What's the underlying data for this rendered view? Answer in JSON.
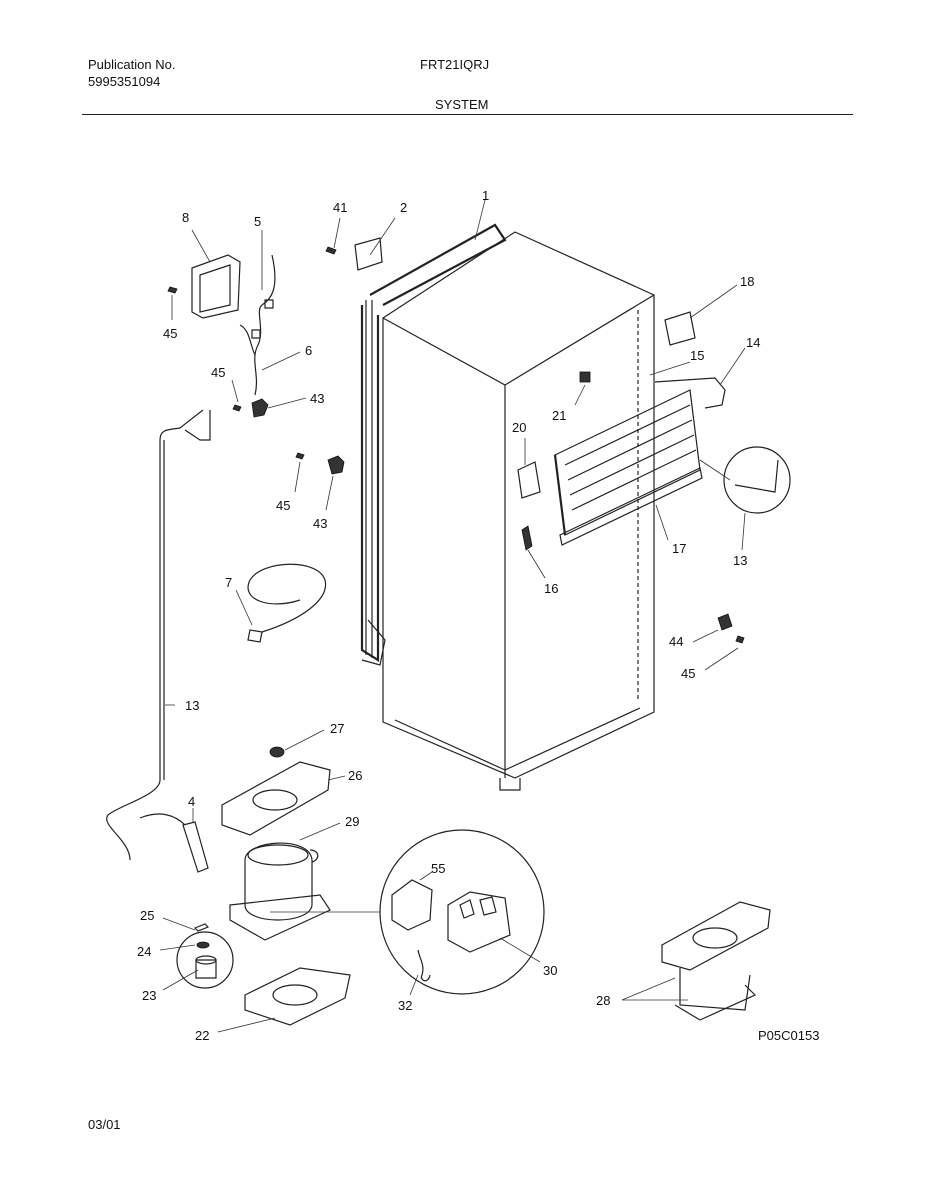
{
  "header": {
    "publication_label": "Publication No.",
    "publication_number": "5995351094",
    "model": "FRT21IQRJ",
    "section": "SYSTEM"
  },
  "footer": {
    "date": "03/01",
    "diagram_code": "P05C0153"
  },
  "callouts": [
    "1",
    "2",
    "41",
    "8",
    "5",
    "45",
    "6",
    "45",
    "43",
    "45",
    "43",
    "7",
    "13",
    "27",
    "26",
    "4",
    "29",
    "25",
    "24",
    "23",
    "22",
    "55",
    "30",
    "32",
    "28",
    "18",
    "15",
    "14",
    "21",
    "20",
    "13",
    "17",
    "16",
    "44",
    "45"
  ]
}
